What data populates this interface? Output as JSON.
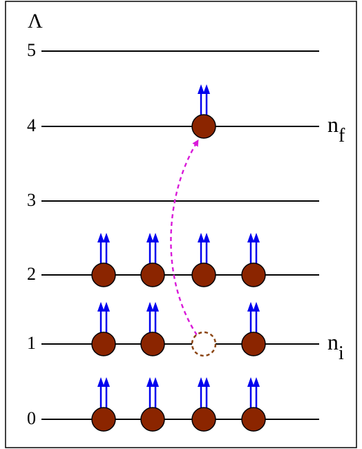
{
  "axis_label": "Λ",
  "levels": [
    {
      "label": "0"
    },
    {
      "label": "1",
      "side": {
        "base": "n",
        "sub": "i"
      }
    },
    {
      "label": "2"
    },
    {
      "label": "3"
    },
    {
      "label": "4",
      "side": {
        "base": "n",
        "sub": "f"
      }
    },
    {
      "label": "5"
    }
  ],
  "occupancy": [
    [
      true,
      true,
      true,
      true
    ],
    [
      true,
      true,
      "hole",
      true
    ],
    [
      true,
      true,
      true,
      true
    ],
    [
      false,
      false,
      false,
      false
    ],
    [
      false,
      false,
      true,
      false
    ],
    [
      false,
      false,
      false,
      false
    ]
  ],
  "transition": {
    "from_level": 1,
    "from_slot": 2,
    "to_level": 4,
    "to_slot": 2
  },
  "colors": {
    "particle": "#8b2500",
    "spin_arrow": "#0000ee",
    "transition": "#d91ad9",
    "hole": "#8b4513",
    "line": "#000000"
  }
}
